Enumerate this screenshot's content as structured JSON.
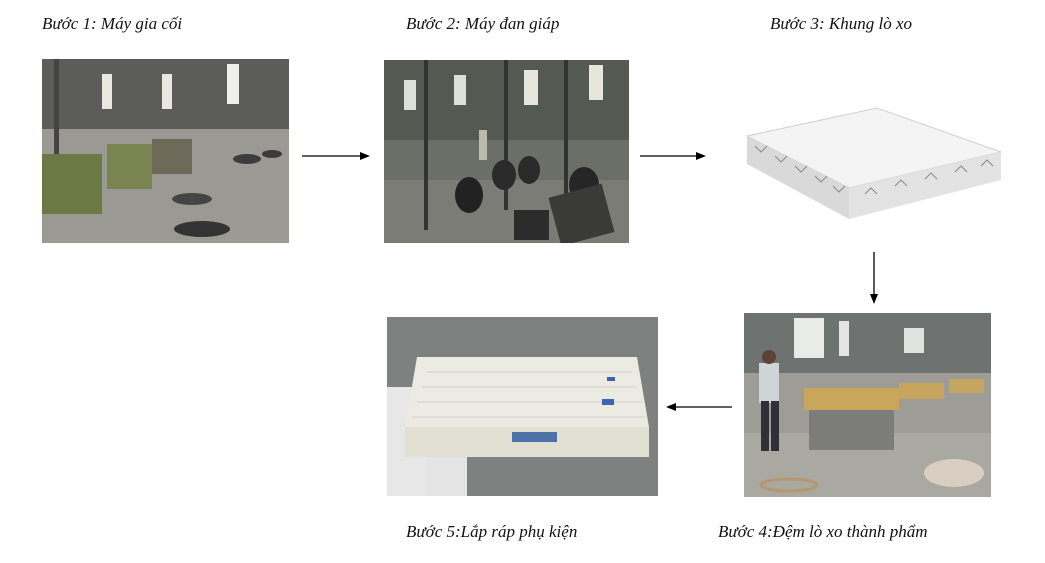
{
  "steps": [
    {
      "label": "Bước 1: Máy gia cối",
      "image": "factory-floor-machines-photo"
    },
    {
      "label": "Bước 2: Máy đan giáp",
      "image": "spring-weaving-machines-photo"
    },
    {
      "label": "Bước 3: Khung lò xo",
      "image": "spring-mattress-frame-photo"
    },
    {
      "label": "Bước 4:Đệm lò xo thành phẩm",
      "image": "mattress-assembly-workers-photo"
    },
    {
      "label": "Bước 5:Lắp ráp phụ kiện",
      "image": "finished-mattress-photo"
    }
  ],
  "flow": [
    {
      "from": 1,
      "to": 2,
      "direction": "right"
    },
    {
      "from": 2,
      "to": 3,
      "direction": "right"
    },
    {
      "from": 3,
      "to": 4,
      "direction": "down"
    },
    {
      "from": 4,
      "to": 5,
      "direction": "left"
    }
  ],
  "colors": {
    "arrow": "#000000",
    "text": "#111111"
  }
}
